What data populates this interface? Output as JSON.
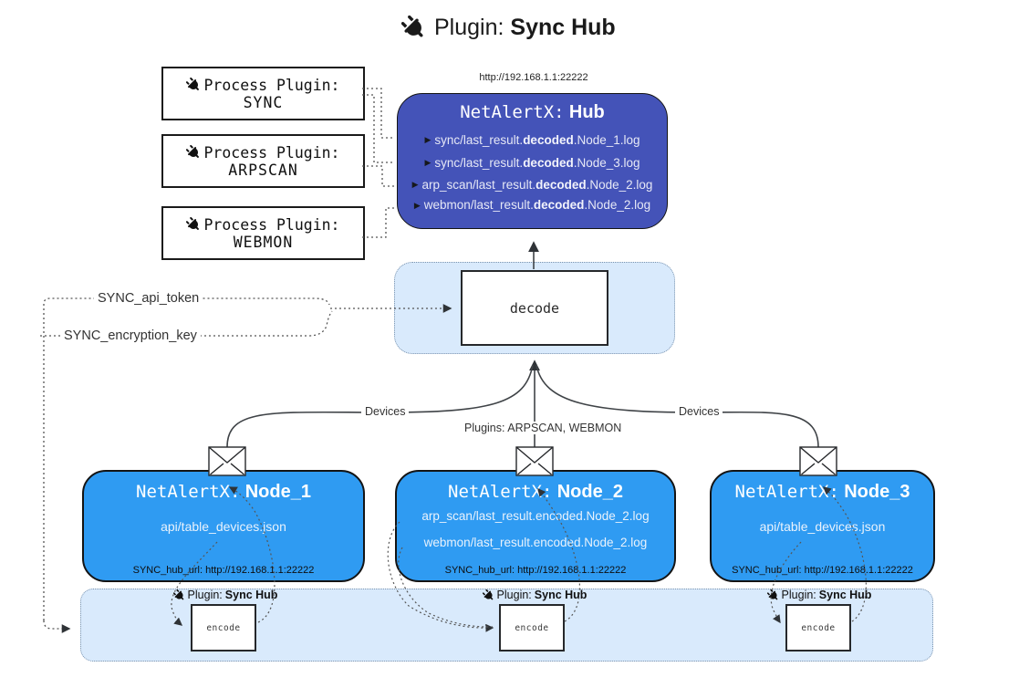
{
  "title": {
    "prefix": "Plugin:",
    "name": "Sync Hub"
  },
  "hub": {
    "url_label": "http://192.168.1.1:22222",
    "name_prefix": "NetAlertX:",
    "name": "Hub",
    "logs": [
      {
        "pre": "sync/last_result.",
        "bold": "decoded",
        "post": ".Node_1.log"
      },
      {
        "pre": "sync/last_result.",
        "bold": "decoded",
        "post": ".Node_3.log"
      },
      {
        "pre": "arp_scan/last_result.",
        "bold": "decoded",
        "post": ".Node_2.log"
      },
      {
        "pre": "webmon/last_result.",
        "bold": "decoded",
        "post": ".Node_2.log"
      }
    ]
  },
  "process_plugins": [
    {
      "label": "Process Plugin:",
      "name": "SYNC"
    },
    {
      "label": "Process Plugin:",
      "name": "ARPSCAN"
    },
    {
      "label": "Process Plugin:",
      "name": "WEBMON"
    }
  ],
  "tokens": {
    "api_token": "SYNC_api_token",
    "encryption_key": "SYNC_encryption_key"
  },
  "decode_label": "decode",
  "edge_labels": {
    "devices_left": "Devices",
    "devices_right": "Devices",
    "plugins": "Plugins: ARPSCAN, WEBMON"
  },
  "nodes": [
    {
      "name_prefix": "NetAlertX:",
      "name": "Node_1",
      "files": [
        "api/table_devices.json"
      ],
      "hub_url": "SYNC_hub_url: http://192.168.1.1:22222"
    },
    {
      "name_prefix": "NetAlertX:",
      "name": "Node_2",
      "files": [
        "arp_scan/last_result.encoded.Node_2.log",
        "webmon/last_result.encoded.Node_2.log"
      ],
      "hub_url": "SYNC_hub_url: http://192.168.1.1:22222"
    },
    {
      "name_prefix": "NetAlertX:",
      "name": "Node_3",
      "files": [
        "api/table_devices.json"
      ],
      "hub_url": "SYNC_hub_url: http://192.168.1.1:22222"
    }
  ],
  "encoders": [
    {
      "plugin_prefix": "Plugin:",
      "plugin_name": "Sync Hub",
      "encode_label": "encode"
    },
    {
      "plugin_prefix": "Plugin:",
      "plugin_name": "Sync Hub",
      "encode_label": "encode"
    },
    {
      "plugin_prefix": "Plugin:",
      "plugin_name": "Sync Hub",
      "encode_label": "encode"
    }
  ],
  "icons": {
    "plug": "plug-icon",
    "envelope": "envelope-icon",
    "arrow_bullet": "▶"
  },
  "colors": {
    "hub_fill": "#4453b8",
    "node_fill": "#2f9bf2",
    "soft_fill": "#d9eafc",
    "soft_border": "#7b93ad",
    "line": "#3f4347",
    "dotted": "#555555"
  }
}
